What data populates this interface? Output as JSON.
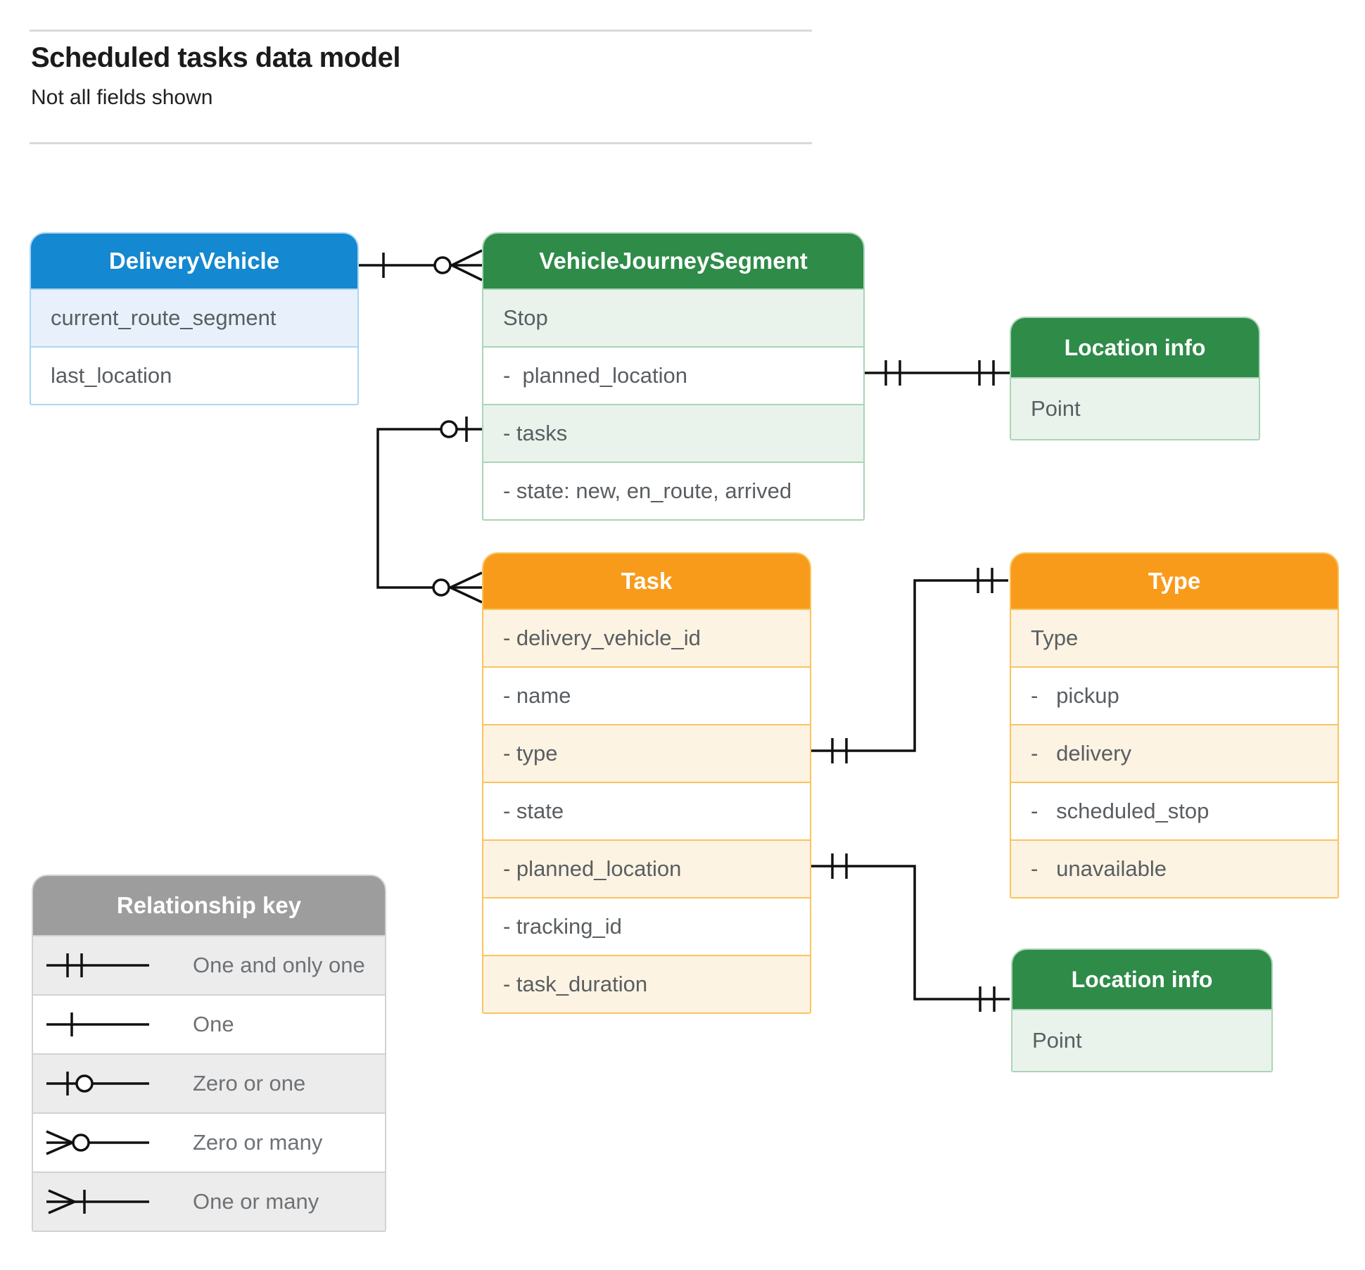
{
  "page": {
    "title": "Scheduled tasks data model",
    "subtitle": "Not all fields shown"
  },
  "entities": {
    "delivery_vehicle": {
      "title": "DeliveryVehicle",
      "fields": [
        "current_route_segment",
        "last_location"
      ]
    },
    "vehicle_journey_segment": {
      "title": "VehicleJourneySegment",
      "fields": [
        "Stop",
        "-  planned_location",
        "- tasks",
        "- state: new, en_route, arrived"
      ]
    },
    "location_info_top": {
      "title": "Location info",
      "fields": [
        "Point"
      ]
    },
    "task": {
      "title": "Task",
      "fields": [
        "- delivery_vehicle_id",
        "- name",
        "- type",
        "- state",
        "- planned_location",
        "- tracking_id",
        "- task_duration"
      ]
    },
    "type": {
      "title": "Type",
      "fields": [
        "Type",
        "-   pickup",
        "-   delivery",
        "-   scheduled_stop",
        "-   unavailable"
      ]
    },
    "location_info_bottom": {
      "title": "Location info",
      "fields": [
        "Point"
      ]
    }
  },
  "legend": {
    "title": "Relationship key",
    "items": [
      "One and only one",
      "One",
      "Zero or one",
      "Zero or many",
      "One or many"
    ]
  },
  "colors": {
    "blue_header": "#1488d0",
    "green_header": "#2e8b48",
    "orange_header": "#f89b1b",
    "gray_header": "#9d9d9d",
    "field_text": "#595e62",
    "connector": "#111111"
  }
}
